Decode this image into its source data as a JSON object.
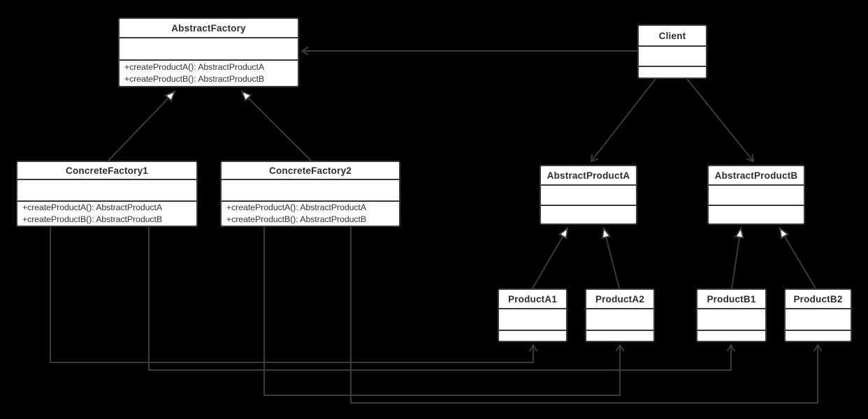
{
  "diagram": {
    "title": "Abstract Factory UML class diagram",
    "colors": {
      "background": "#000000",
      "node_fill": "#ffffff",
      "stroke": "#3a3a3a",
      "text": "#333333"
    }
  },
  "classes": [
    {
      "name": "AbstractFactory",
      "attributes": [],
      "methods": [
        "+createProductA(): AbstractProductA",
        "+createProductB(): AbstractProductB"
      ]
    },
    {
      "name": "Client",
      "attributes": [],
      "methods": []
    },
    {
      "name": "ConcreteFactory1",
      "attributes": [],
      "methods": [
        "+createProductA(): AbstractProductA",
        "+createProductB(): AbstractProductB"
      ]
    },
    {
      "name": "ConcreteFactory2",
      "attributes": [],
      "methods": [
        "+createProductA(): AbstractProductA",
        "+createProductB(): AbstractProductB"
      ]
    },
    {
      "name": "AbstractProductA",
      "attributes": [],
      "methods": []
    },
    {
      "name": "AbstractProductB",
      "attributes": [],
      "methods": []
    },
    {
      "name": "ProductA1",
      "attributes": [],
      "methods": []
    },
    {
      "name": "ProductA2",
      "attributes": [],
      "methods": []
    },
    {
      "name": "ProductB1",
      "attributes": [],
      "methods": []
    },
    {
      "name": "ProductB2",
      "attributes": [],
      "methods": []
    }
  ],
  "edges": [
    {
      "from": "ConcreteFactory1",
      "to": "AbstractFactory",
      "type": "generalization"
    },
    {
      "from": "ConcreteFactory2",
      "to": "AbstractFactory",
      "type": "generalization"
    },
    {
      "from": "Client",
      "to": "AbstractFactory",
      "type": "association"
    },
    {
      "from": "Client",
      "to": "AbstractProductA",
      "type": "association"
    },
    {
      "from": "Client",
      "to": "AbstractProductB",
      "type": "association"
    },
    {
      "from": "ProductA1",
      "to": "AbstractProductA",
      "type": "generalization"
    },
    {
      "from": "ProductA2",
      "to": "AbstractProductA",
      "type": "generalization"
    },
    {
      "from": "ProductB1",
      "to": "AbstractProductB",
      "type": "generalization"
    },
    {
      "from": "ProductB2",
      "to": "AbstractProductB",
      "type": "generalization"
    },
    {
      "from": "ConcreteFactory1",
      "to": "ProductA1",
      "type": "dependency"
    },
    {
      "from": "ConcreteFactory1",
      "to": "ProductB1",
      "type": "dependency"
    },
    {
      "from": "ConcreteFactory2",
      "to": "ProductA2",
      "type": "dependency"
    },
    {
      "from": "ConcreteFactory2",
      "to": "ProductB2",
      "type": "dependency"
    }
  ]
}
